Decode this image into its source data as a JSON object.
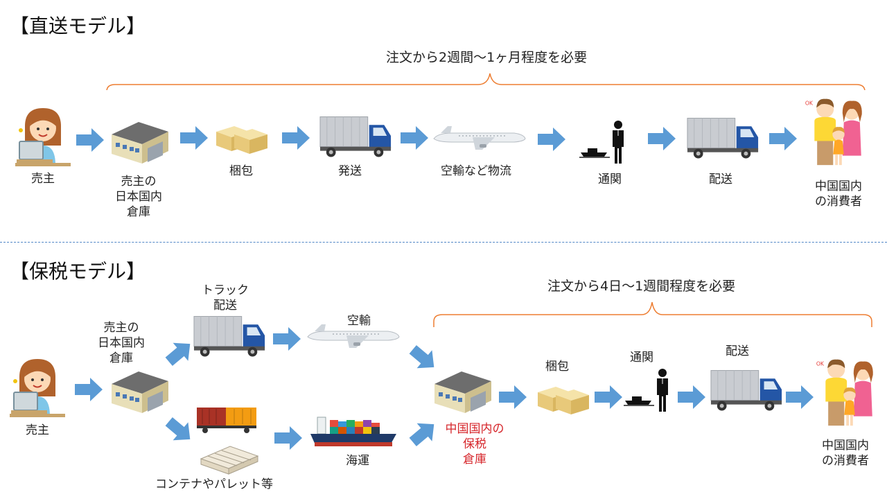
{
  "direct": {
    "title": "【直送モデル】",
    "brace_note": "注文から2週間～1ヶ月程度を必要",
    "seller": "売主",
    "warehouse": [
      "売主の",
      "日本国内",
      "倉庫"
    ],
    "packing": "梱包",
    "shipping": "発送",
    "air_logistics": "空輸など物流",
    "customs": "通関",
    "delivery": "配送",
    "consumer": [
      "中国国内",
      "の消費者"
    ]
  },
  "bonded": {
    "title": "【保税モデル】",
    "brace_note": "注文から4日～1週間程度を必要",
    "seller": "売主",
    "warehouse": [
      "売主の",
      "日本国内",
      "倉庫"
    ],
    "truck": [
      "トラック",
      "配送"
    ],
    "air": "空輸",
    "container": "コンテナやパレット等",
    "sea": "海運",
    "bonded_warehouse": [
      "中国国内の",
      "保税",
      "倉庫"
    ],
    "packing": "梱包",
    "customs": "通関",
    "delivery": "配送",
    "consumer": [
      "中国国内",
      "の消費者"
    ]
  },
  "colors": {
    "arrow": "#5b9bd5",
    "brace": "#ed7d31",
    "red_text": "#d6262b",
    "divider": "#4f86c6"
  }
}
